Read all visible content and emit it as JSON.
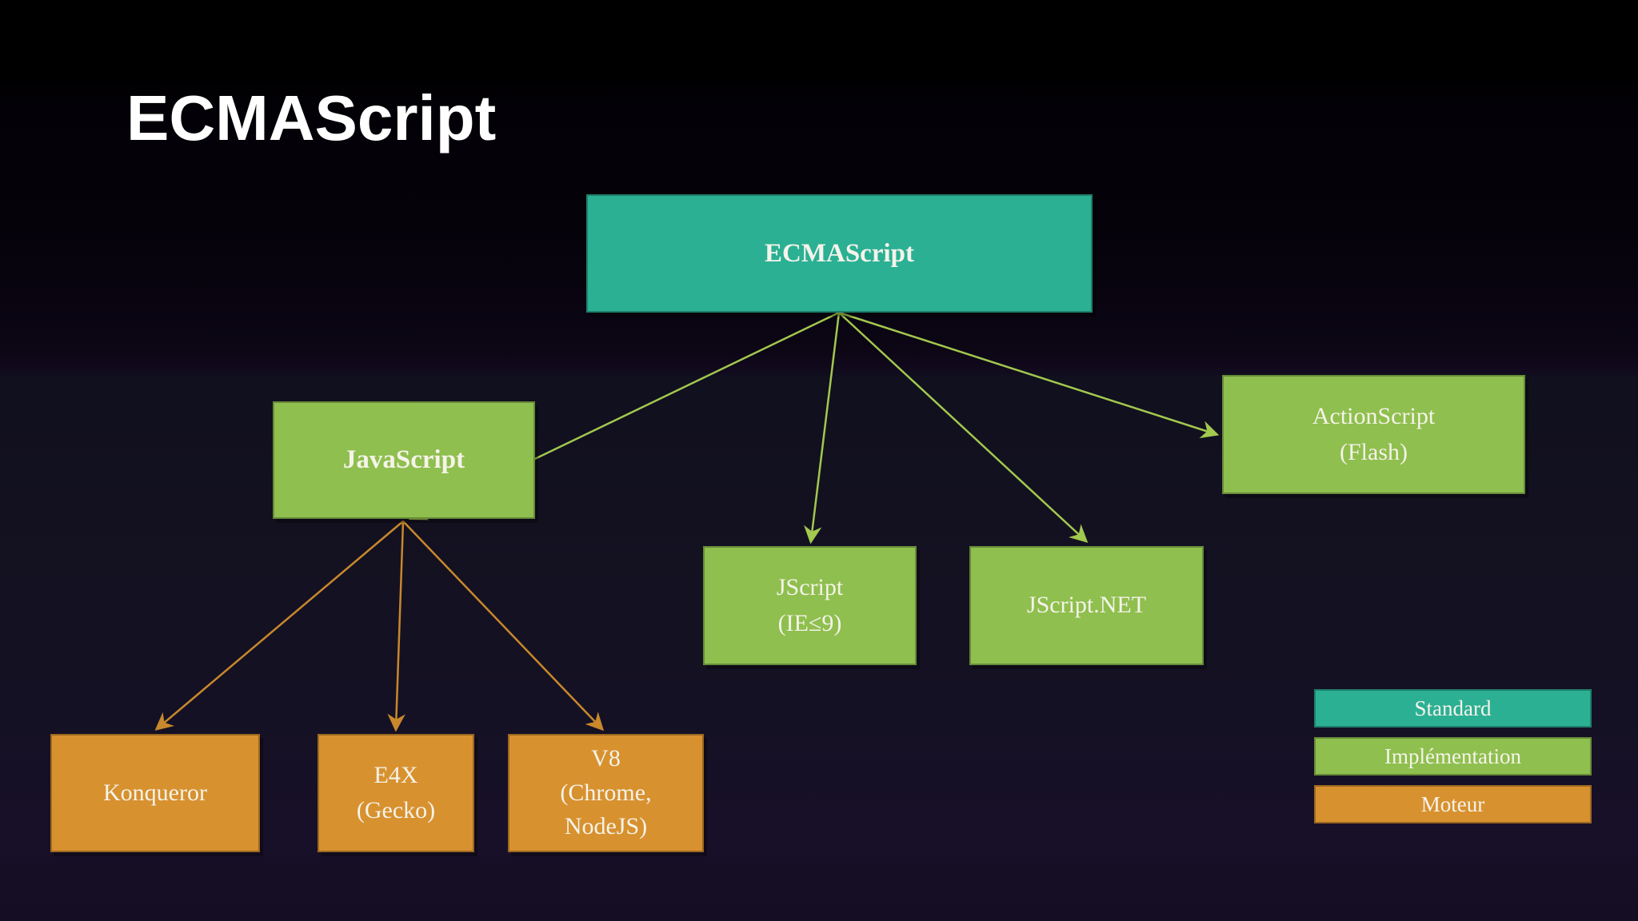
{
  "title": "ECMAScript",
  "diagram": {
    "nodes": {
      "ecmascript": {
        "label": "ECMAScript",
        "type": "standard"
      },
      "javascript": {
        "label": "JavaScript",
        "type": "implementation"
      },
      "jscript": {
        "label": "JScript\n(IE≤9)",
        "type": "implementation"
      },
      "jscript_net": {
        "label": "JScript.NET",
        "type": "implementation"
      },
      "actionscript": {
        "label": "ActionScript\n(Flash)",
        "type": "implementation"
      },
      "konqueror": {
        "label": "Konqueror",
        "type": "engine"
      },
      "e4x": {
        "label": "E4X\n(Gecko)",
        "type": "engine"
      },
      "v8": {
        "label": "V8\n(Chrome,\nNodeJS)",
        "type": "engine"
      }
    },
    "edges": [
      {
        "from": "ecmascript",
        "to": "javascript",
        "color": "green"
      },
      {
        "from": "ecmascript",
        "to": "jscript",
        "color": "green"
      },
      {
        "from": "ecmascript",
        "to": "jscript_net",
        "color": "green"
      },
      {
        "from": "ecmascript",
        "to": "actionscript",
        "color": "green"
      },
      {
        "from": "javascript",
        "to": "konqueror",
        "color": "orange"
      },
      {
        "from": "javascript",
        "to": "e4x",
        "color": "orange"
      },
      {
        "from": "javascript",
        "to": "v8",
        "color": "orange"
      }
    ]
  },
  "legend": {
    "standard": "Standard",
    "implementation": "Implémentation",
    "engine": "Moteur"
  },
  "colors": {
    "standard_fill": "#2bb093",
    "implementation_fill": "#8fbf4e",
    "engine_fill": "#d8912f",
    "edge_green": "#a2c84e",
    "edge_orange": "#c8882c",
    "title_text": "#ffffff",
    "node_text": "#f5f3ea",
    "background_top": "#000000",
    "background_bottom": "#150d24"
  }
}
